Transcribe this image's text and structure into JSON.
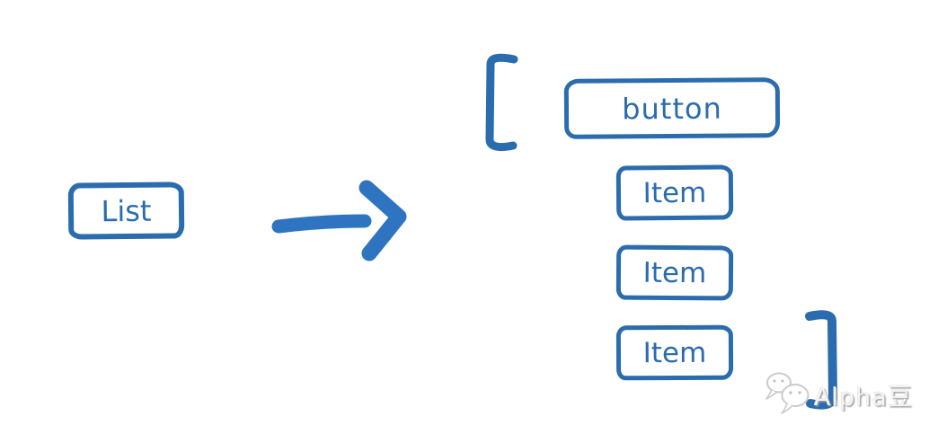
{
  "diagram": {
    "source_box": {
      "label": "List"
    },
    "arrow": {
      "icon": "right-arrow-icon",
      "direction": "right"
    },
    "result_group": {
      "open_bracket": "[",
      "close_bracket": "]",
      "items": [
        {
          "label": "button"
        },
        {
          "label": "Item"
        },
        {
          "label": "Item"
        },
        {
          "label": "Item"
        }
      ]
    },
    "colors": {
      "ink_blue": "#2b6cae",
      "arrow_blue": "#2f74c0",
      "background": "#ffffff"
    }
  },
  "watermark": {
    "icon": "chat-bubbles-icon",
    "text": "Alpha豆",
    "text_color": "#f4f4f4"
  }
}
